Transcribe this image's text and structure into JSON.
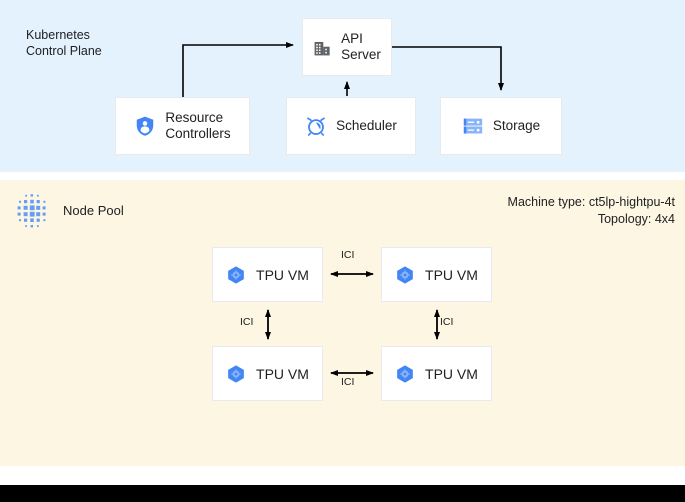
{
  "control_plane": {
    "title": "Kubernetes\nControl Plane",
    "background": "#e3f2fd",
    "nodes": [
      {
        "id": "api-server",
        "label": "API\nServer",
        "icon": "building-icon"
      },
      {
        "id": "resource-controllers",
        "label": "Resource\nControllers",
        "icon": "shield-person-icon"
      },
      {
        "id": "scheduler",
        "label": "Scheduler",
        "icon": "alarm-clock-icon"
      },
      {
        "id": "storage",
        "label": "Storage",
        "icon": "server-stack-icon"
      }
    ]
  },
  "node_pool": {
    "title": "Node Pool",
    "icon": "dot-matrix-icon",
    "background": "#fdf6e3",
    "machine_type_line": "Machine type: ct5lp-hightpu-4t",
    "topology_line": "Topology: 4x4",
    "vms": [
      {
        "id": "tpu-vm-0",
        "label": "TPU VM",
        "icon": "tpu-hexagon-icon"
      },
      {
        "id": "tpu-vm-1",
        "label": "TPU VM",
        "icon": "tpu-hexagon-icon"
      },
      {
        "id": "tpu-vm-2",
        "label": "TPU VM",
        "icon": "tpu-hexagon-icon"
      },
      {
        "id": "tpu-vm-3",
        "label": "TPU VM",
        "icon": "tpu-hexagon-icon"
      }
    ],
    "links": [
      {
        "id": "ici-top",
        "label": "ICI",
        "from": "tpu-vm-0",
        "to": "tpu-vm-1",
        "bidirectional": true
      },
      {
        "id": "ici-left",
        "label": "ICI",
        "from": "tpu-vm-0",
        "to": "tpu-vm-2",
        "bidirectional": true
      },
      {
        "id": "ici-right",
        "label": "ICI",
        "from": "tpu-vm-1",
        "to": "tpu-vm-3",
        "bidirectional": true
      },
      {
        "id": "ici-bottom",
        "label": "ICI",
        "from": "tpu-vm-2",
        "to": "tpu-vm-3",
        "bidirectional": true
      }
    ]
  },
  "colors": {
    "control_plane_bg": "#e3f2fd",
    "node_pool_bg": "#fdf6e3",
    "box_bg": "#ffffff",
    "box_border": "#e8eaed",
    "accent_blue": "#4285f4",
    "icon_gray": "#5f6368",
    "connector": "#000000",
    "bottom_strip": "#000000"
  }
}
